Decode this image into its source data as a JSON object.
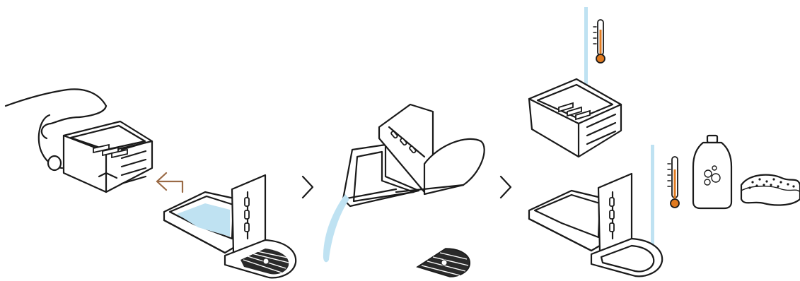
{
  "steps": [
    {
      "name": "remove-container"
    },
    {
      "name": "empty-drip-tray"
    },
    {
      "name": "clean-parts"
    }
  ],
  "colors": {
    "water": "#bfe2f2",
    "water_light": "#cfeaf6",
    "thermometer": "#e07a1f",
    "arrow_back": "#9a6a45",
    "line": "#1a1a1a"
  },
  "icons": [
    "hand-icon",
    "container-icon",
    "back-arrow-icon",
    "drip-tray-icon",
    "next-chevron-icon",
    "water-stream-icon",
    "drip-grate-icon",
    "thermometer-icon",
    "detergent-bottle-icon",
    "sponge-icon"
  ]
}
